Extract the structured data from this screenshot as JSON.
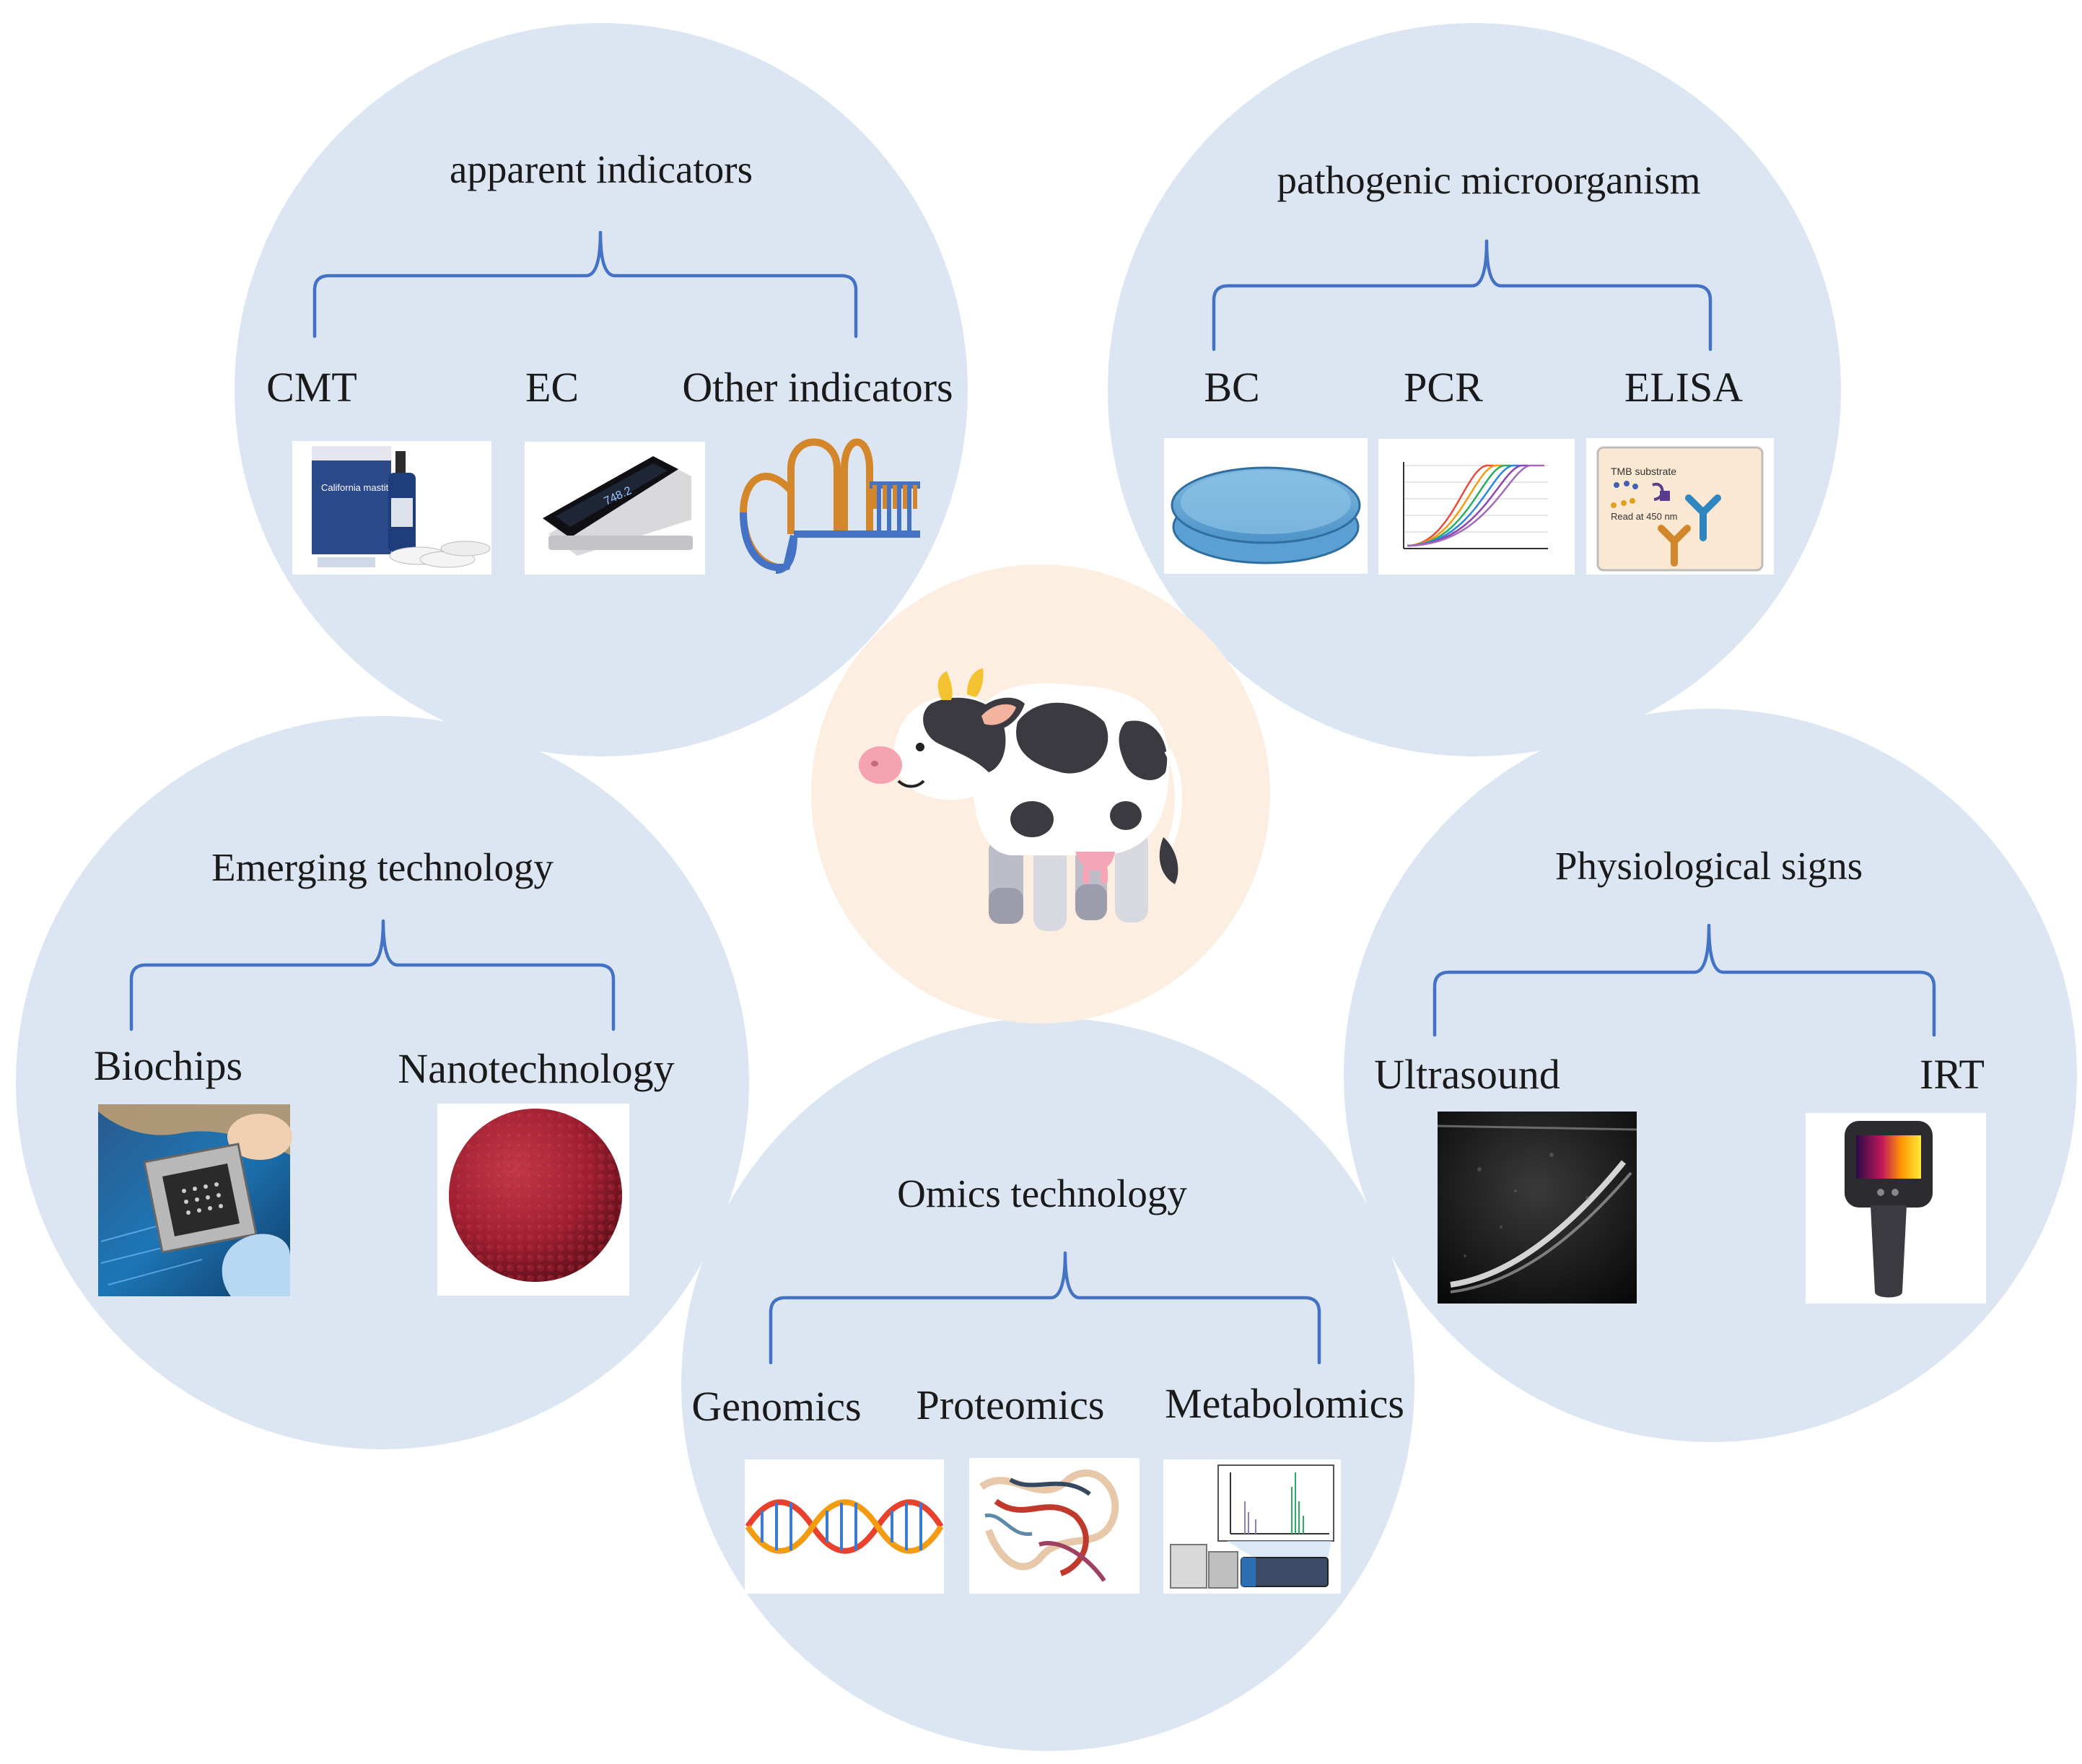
{
  "groups": {
    "apparent": {
      "title": "apparent indicators",
      "items": [
        "CMT",
        "EC",
        "Other indicators"
      ]
    },
    "pathogen": {
      "title": "pathogenic microorganism",
      "items": [
        "BC",
        "PCR",
        "ELISA"
      ]
    },
    "emerging": {
      "title": "Emerging technology",
      "items": [
        "Biochips",
        "Nanotechnology"
      ]
    },
    "physio": {
      "title": "Physiological signs",
      "items": [
        "Ultrasound",
        "IRT"
      ]
    },
    "omics": {
      "title": "Omics technology",
      "items": [
        "Genomics",
        "Proteomics",
        "Metabolomics"
      ]
    }
  },
  "image_text": {
    "cmt_box": "California mastitis test CMT kit",
    "ec_display": "748.2",
    "elisa_substrate": "TMB substrate",
    "elisa_read": "Read at 450 nm"
  },
  "colors": {
    "circle_fill": "#dce6f2",
    "center_fill": "#fdeee2",
    "brace": "#4472c4"
  }
}
